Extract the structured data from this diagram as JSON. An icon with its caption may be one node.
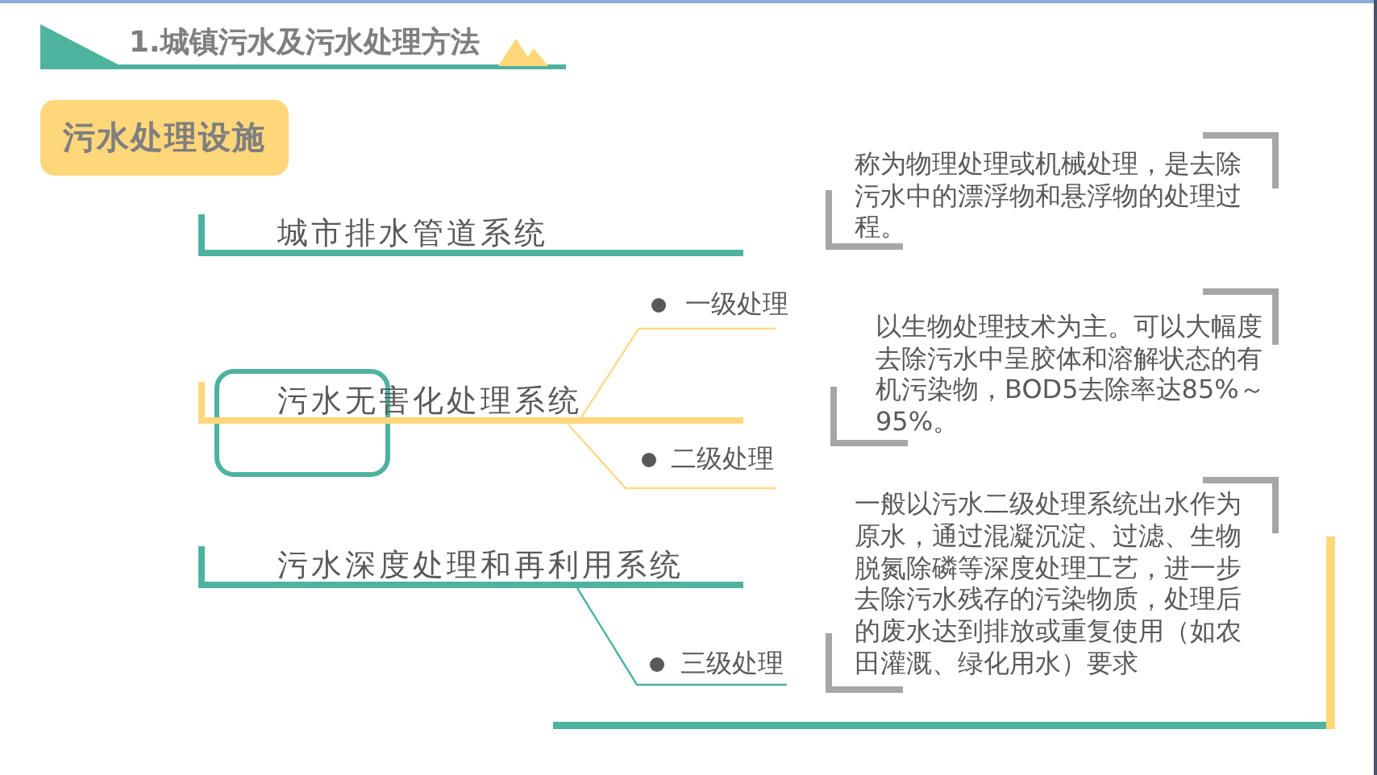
{
  "diagram": {
    "title": "1.城镇污水及污水处理方法",
    "nodes": [
      {
        "text": [
          "污水处理设施"
        ]
      },
      {
        "text": [
          "称为物理处理或机械处理，是去除污水中的漂浮物和悬浮物的处理过程。"
        ]
      },
      {
        "text": [
          "城市排水管道系统"
        ]
      },
      {
        "text": [
          "一级处理"
        ]
      },
      {
        "text": [
          "以生物处理技术为主。可以大幅度去除污水中呈胶体和溶解状态的有机污染物，BOD5去除率达85%～95%。"
        ]
      },
      {
        "text": [
          "污水无害化处理系统"
        ]
      },
      {
        "text": [
          "二级处理"
        ]
      },
      {
        "text": [
          "一般以污水二级处理系统出水作为原水，通过混凝沉淀、过滤、生物脱氮除磷等深度处理工艺，进一步去除污水残存的污染物质，处理后的废水达到排放或重复使用（如农田灌溉、绿化用水）要求"
        ]
      },
      {
        "text": [
          "污水深度处理和再利用系统"
        ]
      },
      {
        "text": [
          "三级处理"
        ]
      }
    ],
    "edges": [
      {
        "from": 5,
        "to": 3,
        "arrow": "none"
      },
      {
        "from": 5,
        "to": 6,
        "arrow": "none"
      },
      {
        "from": 8,
        "to": 9,
        "arrow": "none",
        "color": "#4db39e"
      }
    ]
  }
}
